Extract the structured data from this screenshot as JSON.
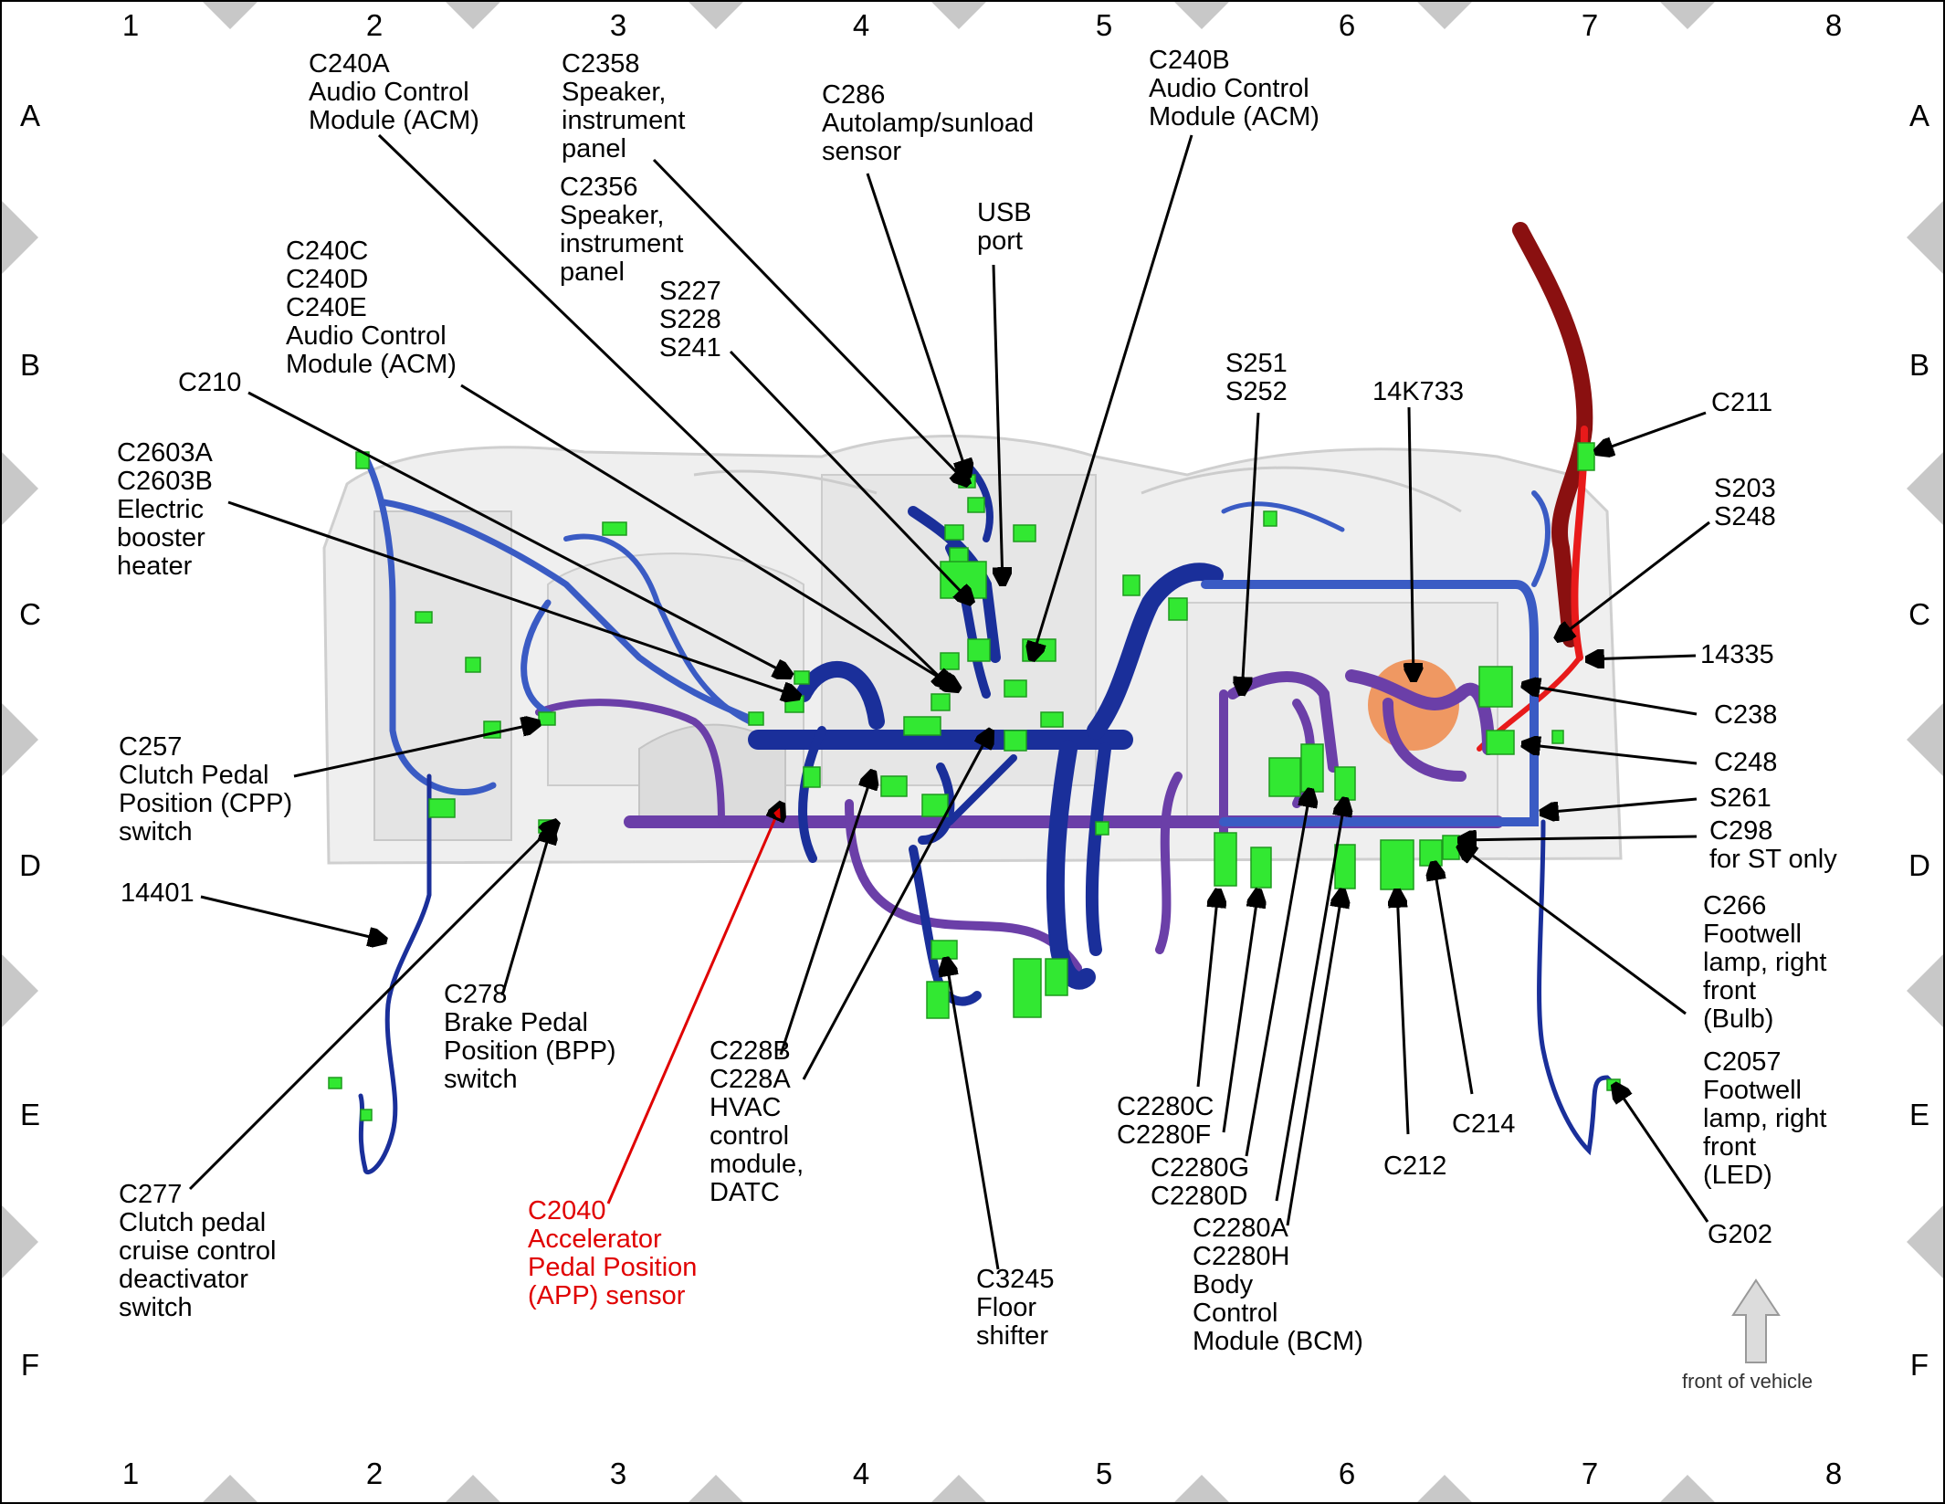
{
  "grid": {
    "columns": [
      "1",
      "2",
      "3",
      "4",
      "5",
      "6",
      "7",
      "8"
    ],
    "rows": [
      "A",
      "B",
      "C",
      "D",
      "E",
      "F"
    ]
  },
  "front_of_vehicle": "front of vehicle",
  "callouts": [
    {
      "id": "c240a",
      "lines": [
        "C240A",
        "Audio Control",
        "Module (ACM)"
      ]
    },
    {
      "id": "c2358",
      "lines": [
        "C2358",
        "Speaker,",
        "instrument",
        "panel"
      ]
    },
    {
      "id": "c2356",
      "lines": [
        "C2356",
        "Speaker,",
        "instrument",
        "panel"
      ]
    },
    {
      "id": "c286",
      "lines": [
        "C286",
        "Autolamp/sunload",
        "sensor"
      ]
    },
    {
      "id": "usb",
      "lines": [
        "USB",
        "port"
      ]
    },
    {
      "id": "c240b",
      "lines": [
        "C240B",
        "Audio Control",
        "Module (ACM)"
      ]
    },
    {
      "id": "c240c",
      "lines": [
        "C240C",
        "C240D",
        "C240E",
        "Audio Control",
        "Module (ACM)"
      ]
    },
    {
      "id": "s227",
      "lines": [
        "S227",
        "S228",
        "S241"
      ]
    },
    {
      "id": "c210",
      "lines": [
        "C210"
      ]
    },
    {
      "id": "c2603",
      "lines": [
        "C2603A",
        "C2603B",
        "Electric",
        "booster",
        "heater"
      ]
    },
    {
      "id": "s251",
      "lines": [
        "S251",
        "S252"
      ]
    },
    {
      "id": "k14733",
      "lines": [
        "14K733"
      ]
    },
    {
      "id": "c211",
      "lines": [
        "C211"
      ]
    },
    {
      "id": "s203",
      "lines": [
        "S203",
        "S248"
      ]
    },
    {
      "id": "n14335",
      "lines": [
        "14335"
      ]
    },
    {
      "id": "c238",
      "lines": [
        "C238"
      ]
    },
    {
      "id": "c248",
      "lines": [
        "C248"
      ]
    },
    {
      "id": "s261",
      "lines": [
        "S261"
      ]
    },
    {
      "id": "c298",
      "lines": [
        "C298",
        "for ST only"
      ]
    },
    {
      "id": "c257",
      "lines": [
        "C257",
        "Clutch Pedal",
        "Position (CPP)",
        "switch"
      ]
    },
    {
      "id": "n14401",
      "lines": [
        "14401"
      ]
    },
    {
      "id": "c278",
      "lines": [
        "C278",
        "Brake Pedal",
        "Position (BPP)",
        "switch"
      ]
    },
    {
      "id": "c228",
      "lines": [
        "C228B",
        "C228A",
        "HVAC",
        "control",
        "module,",
        "DATC"
      ]
    },
    {
      "id": "c277",
      "lines": [
        "C277",
        "Clutch pedal",
        "cruise control",
        "deactivator",
        "switch"
      ]
    },
    {
      "id": "c2040",
      "lines": [
        "C2040",
        "Accelerator",
        "Pedal Position",
        "(APP) sensor"
      ]
    },
    {
      "id": "c3245",
      "lines": [
        "C3245",
        "Floor",
        "shifter"
      ]
    },
    {
      "id": "c2280cf",
      "lines": [
        "C2280C",
        "C2280F"
      ]
    },
    {
      "id": "c2280gd",
      "lines": [
        "C2280G",
        "C2280D"
      ]
    },
    {
      "id": "c2280ah",
      "lines": [
        "C2280A",
        "C2280H",
        "Body",
        "Control",
        "Module (BCM)"
      ]
    },
    {
      "id": "c212",
      "lines": [
        "C212"
      ]
    },
    {
      "id": "c214",
      "lines": [
        "C214"
      ]
    },
    {
      "id": "c266",
      "lines": [
        "C266",
        "Footwell",
        "lamp, right",
        "front",
        "(Bulb)"
      ]
    },
    {
      "id": "c2057",
      "lines": [
        "C2057",
        "Footwell",
        "lamp, right",
        "front",
        "(LED)"
      ]
    },
    {
      "id": "g202",
      "lines": [
        "G202"
      ]
    }
  ],
  "colors": {
    "harness_main": "#1a2f9a",
    "harness_light": "#3a5bc4",
    "harness_purple": "#6b3fa8",
    "harness_red": "#e81a1a",
    "harness_darkred": "#8a1010",
    "connector": "#32e832",
    "highlight_red": "#e00000",
    "border_triangle": "#c8c8c8"
  }
}
